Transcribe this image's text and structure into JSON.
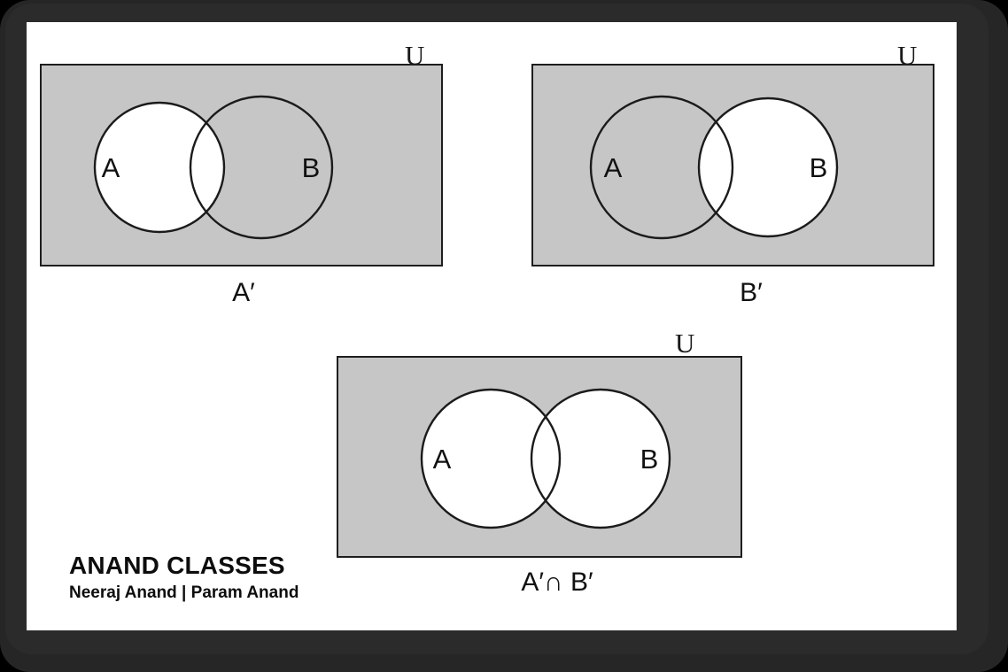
{
  "slide": {
    "background_color": "#ffffff",
    "frame_color": "#262626",
    "shaded_color": "#c6c6c6",
    "outline_color": "#1e1e1e"
  },
  "branding": {
    "title": "ANAND CLASSES",
    "subtitle": "Neeraj Anand  |  Param Anand"
  },
  "diagrams": [
    {
      "id": "a-complement",
      "universe_label": "U",
      "caption": "A′",
      "circle_a_label": "A",
      "circle_b_label": "B",
      "shaded_description": "everything outside circle A",
      "circle_a_fill": "#ffffff",
      "circle_b_fill": "#c6c6c6",
      "lens_fill": "#ffffff"
    },
    {
      "id": "b-complement",
      "universe_label": "U",
      "caption": "B′",
      "circle_a_label": "A",
      "circle_b_label": "B",
      "shaded_description": "everything outside circle B",
      "circle_a_fill": "#c6c6c6",
      "circle_b_fill": "#ffffff",
      "lens_fill": "#ffffff"
    },
    {
      "id": "a-complement-intersect-b-complement",
      "universe_label": "U",
      "caption": "A′∩ B′",
      "circle_a_label": "A",
      "circle_b_label": "B",
      "shaded_description": "everything outside both circles",
      "circle_a_fill": "#ffffff",
      "circle_b_fill": "#ffffff",
      "lens_fill": "#ffffff"
    }
  ]
}
